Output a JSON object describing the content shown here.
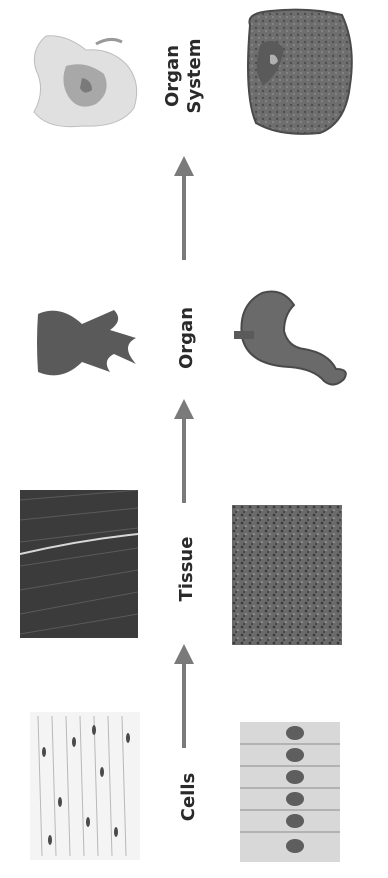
{
  "stages": [
    {
      "label": "Cells"
    },
    {
      "label": "Tissue"
    },
    {
      "label": "Organ"
    },
    {
      "label": "Organ\nSystem"
    }
  ],
  "colors": {
    "arrow": "#7a7a7a",
    "organ_fill": "#5a5a5a",
    "muscle_dark": "#3b3b3b",
    "label": "#2a2a2a"
  },
  "icons": [
    "muscle-cells-image",
    "epithelial-cells-image",
    "muscle-tissue-image",
    "epithelial-tissue-image",
    "tooth-icon",
    "stomach-icon",
    "digestive-system-image",
    "heart-cross-section-image"
  ]
}
